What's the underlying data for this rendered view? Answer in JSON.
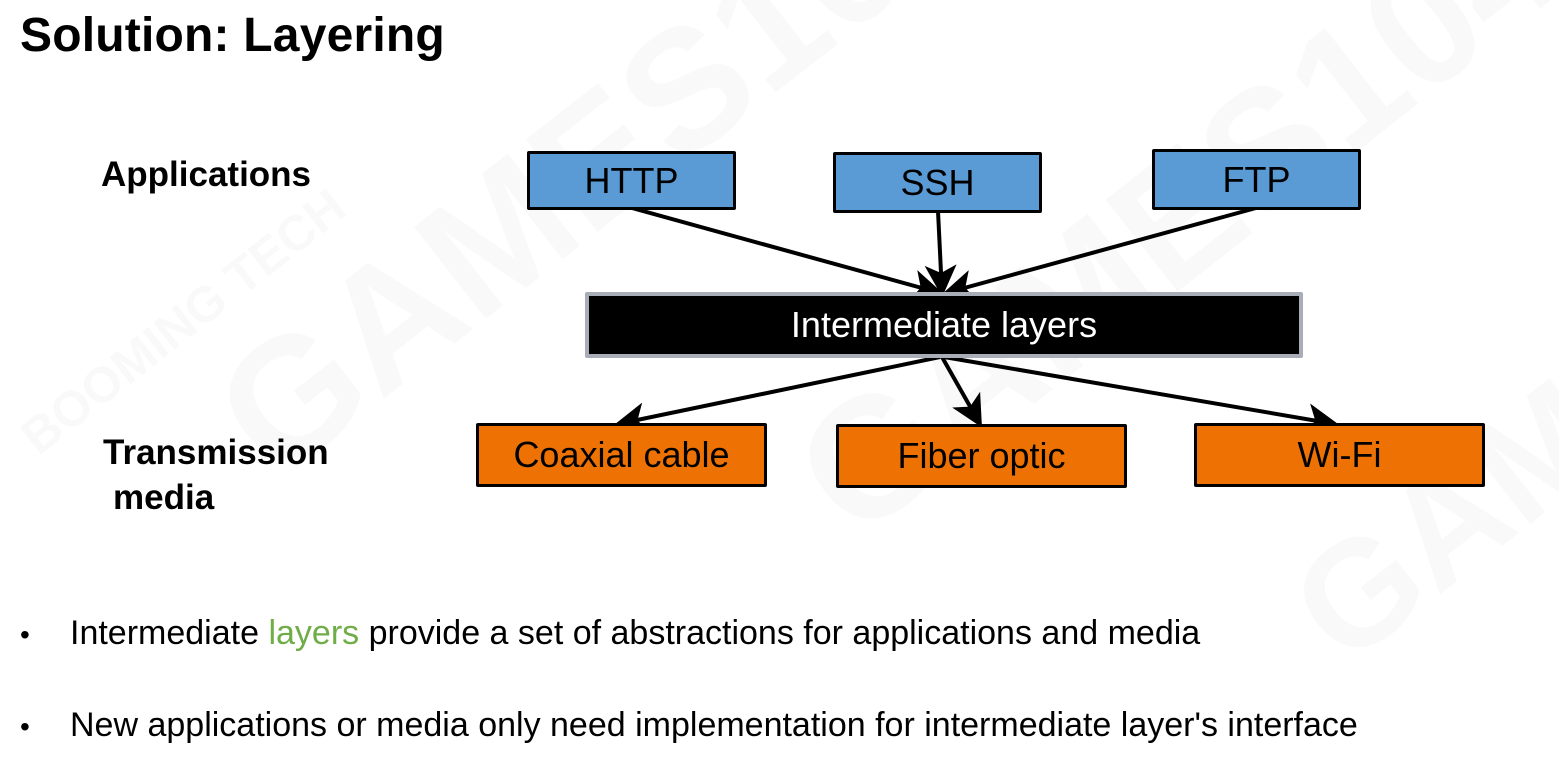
{
  "slide": {
    "title": "Solution: Layering",
    "watermark_text": [
      "GAMES104",
      "BOOMING TECH"
    ]
  },
  "diagram": {
    "row_labels": {
      "applications": "Applications",
      "media_line1": "Transmission",
      "media_line2": "media"
    },
    "applications": [
      "HTTP",
      "SSH",
      "FTP"
    ],
    "intermediate": "Intermediate layers",
    "media": [
      "Coaxial cable",
      "Fiber optic",
      "Wi-Fi"
    ],
    "edges": [
      {
        "from": "HTTP",
        "to": "Intermediate layers"
      },
      {
        "from": "SSH",
        "to": "Intermediate layers"
      },
      {
        "from": "FTP",
        "to": "Intermediate layers"
      },
      {
        "from": "Intermediate layers",
        "to": "Coaxial cable"
      },
      {
        "from": "Intermediate layers",
        "to": "Fiber optic"
      },
      {
        "from": "Intermediate layers",
        "to": "Wi-Fi"
      }
    ],
    "colors": {
      "application_fill": "#5b9bd5",
      "media_fill": "#ee7203",
      "intermediate_fill": "#000000",
      "intermediate_border": "#a9adb8",
      "highlight": "#70ad47"
    }
  },
  "bullets": [
    {
      "marker": "•",
      "before": "Intermediate ",
      "highlight": "layers",
      "after": " provide a set of abstractions for  applications and media"
    },
    {
      "marker": "•",
      "text": "New applications or media only need implementation for intermediate layer's interface"
    }
  ]
}
